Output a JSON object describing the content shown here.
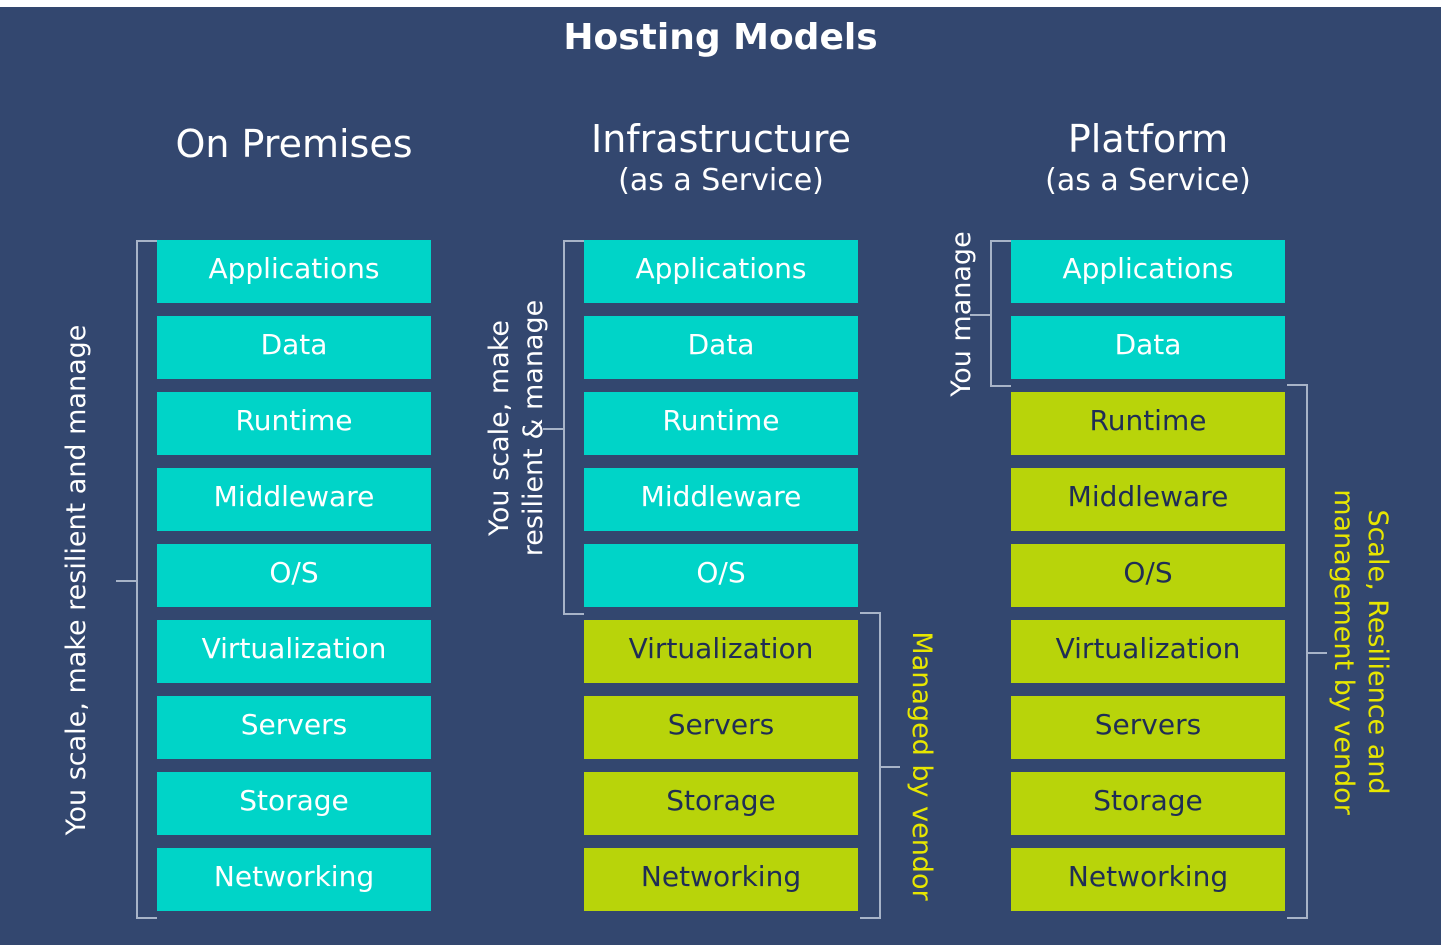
{
  "title": "Hosting Models",
  "columns": [
    {
      "title": "On Premises",
      "subtitle": "",
      "layers": [
        "Applications",
        "Data",
        "Runtime",
        "Middleware",
        "O/S",
        "Virtualization",
        "Servers",
        "Storage",
        "Networking"
      ],
      "you_count": 9,
      "you_label": "You scale, make resilient and manage",
      "vendor_label": ""
    },
    {
      "title": "Infrastructure",
      "subtitle": "(as a Service)",
      "layers": [
        "Applications",
        "Data",
        "Runtime",
        "Middleware",
        "O/S",
        "Virtualization",
        "Servers",
        "Storage",
        "Networking"
      ],
      "you_count": 5,
      "you_label": "You scale, make\nresilient & manage",
      "vendor_label": "Managed by vendor"
    },
    {
      "title": "Platform",
      "subtitle": "(as a Service)",
      "layers": [
        "Applications",
        "Data",
        "Runtime",
        "Middleware",
        "O/S",
        "Virtualization",
        "Servers",
        "Storage",
        "Networking"
      ],
      "you_count": 2,
      "you_label": "You manage",
      "vendor_label": "Scale, Resilience and\nmanagement by vendor"
    }
  ],
  "colors": {
    "background": "#33476f",
    "you_managed": "#00d4c8",
    "vendor_managed": "#b8d40a",
    "vendor_text": "#e7e600"
  }
}
